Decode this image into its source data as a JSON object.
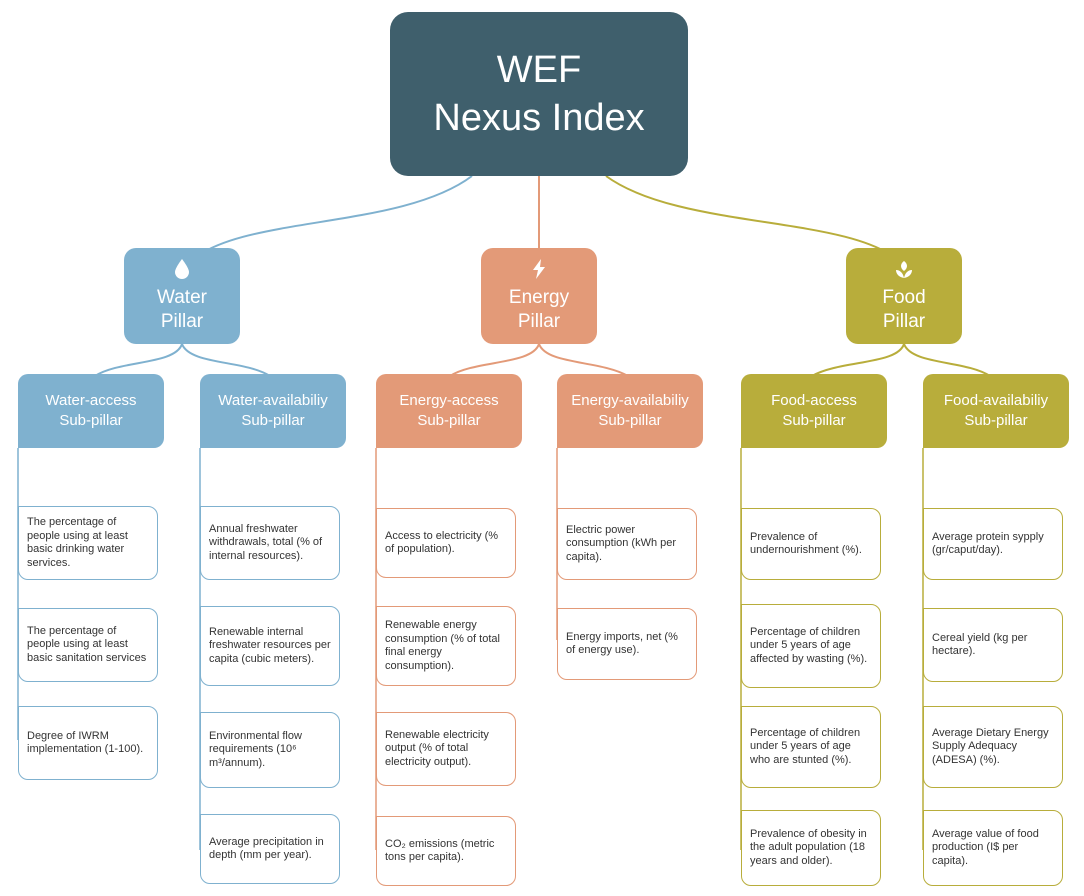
{
  "root": {
    "line1": "WEF",
    "line2": "Nexus Index"
  },
  "colors": {
    "root": "#3f5f6c",
    "water": "#7fb1cf",
    "energy": "#e39a78",
    "food": "#b8ad3b"
  },
  "pillars": [
    {
      "icon": "water-drop-icon",
      "line1": "Water",
      "line2": "Pillar"
    },
    {
      "icon": "lightning-bolt-icon",
      "line1": "Energy",
      "line2": "Pillar"
    },
    {
      "icon": "leaf-sprout-icon",
      "line1": "Food",
      "line2": "Pillar"
    }
  ],
  "subpillars": [
    {
      "line1": "Water-access",
      "line2": "Sub-pillar",
      "indicators": [
        "The percentage of people using at least basic drinking water services.",
        "The percentage of people using at least basic sanitation services",
        "Degree of IWRM implementation (1-100)."
      ]
    },
    {
      "line1": "Water-availabiliy",
      "line2": "Sub-pillar",
      "indicators": [
        "Annual freshwater withdrawals, total (% of internal resources).",
        "Renewable internal freshwater resources per capita (cubic meters).",
        "Environmental flow requirements (10⁶ m³/annum).",
        "Average precipitation in depth (mm per year)."
      ]
    },
    {
      "line1": "Energy-access",
      "line2": "Sub-pillar",
      "indicators": [
        "Access to electricity (% of population).",
        "Renewable energy consumption (% of total final energy consumption).",
        "Renewable electricity output (% of total electricity output).",
        "CO₂ emissions (metric tons per capita)."
      ]
    },
    {
      "line1": "Energy-availabiliy",
      "line2": "Sub-pillar",
      "indicators": [
        "Electric power consumption (kWh per capita).",
        "Energy imports, net (% of energy use)."
      ]
    },
    {
      "line1": "Food-access",
      "line2": "Sub-pillar",
      "indicators": [
        "Prevalence of undernourishment (%).",
        "Percentage of children under 5 years of age affected by wasting (%).",
        "Percentage of children under 5 years of age who are stunted (%).",
        "Prevalence of obesity in the adult population (18 years and older)."
      ]
    },
    {
      "line1": "Food-availabiliy",
      "line2": "Sub-pillar",
      "indicators": [
        "Average protein sypply (gr/caput/day).",
        "Cereal yield (kg per hectare).",
        "Average Dietary Energy Supply Adequacy (ADESA) (%).",
        "Average value of food production (I$ per capita)."
      ]
    }
  ]
}
